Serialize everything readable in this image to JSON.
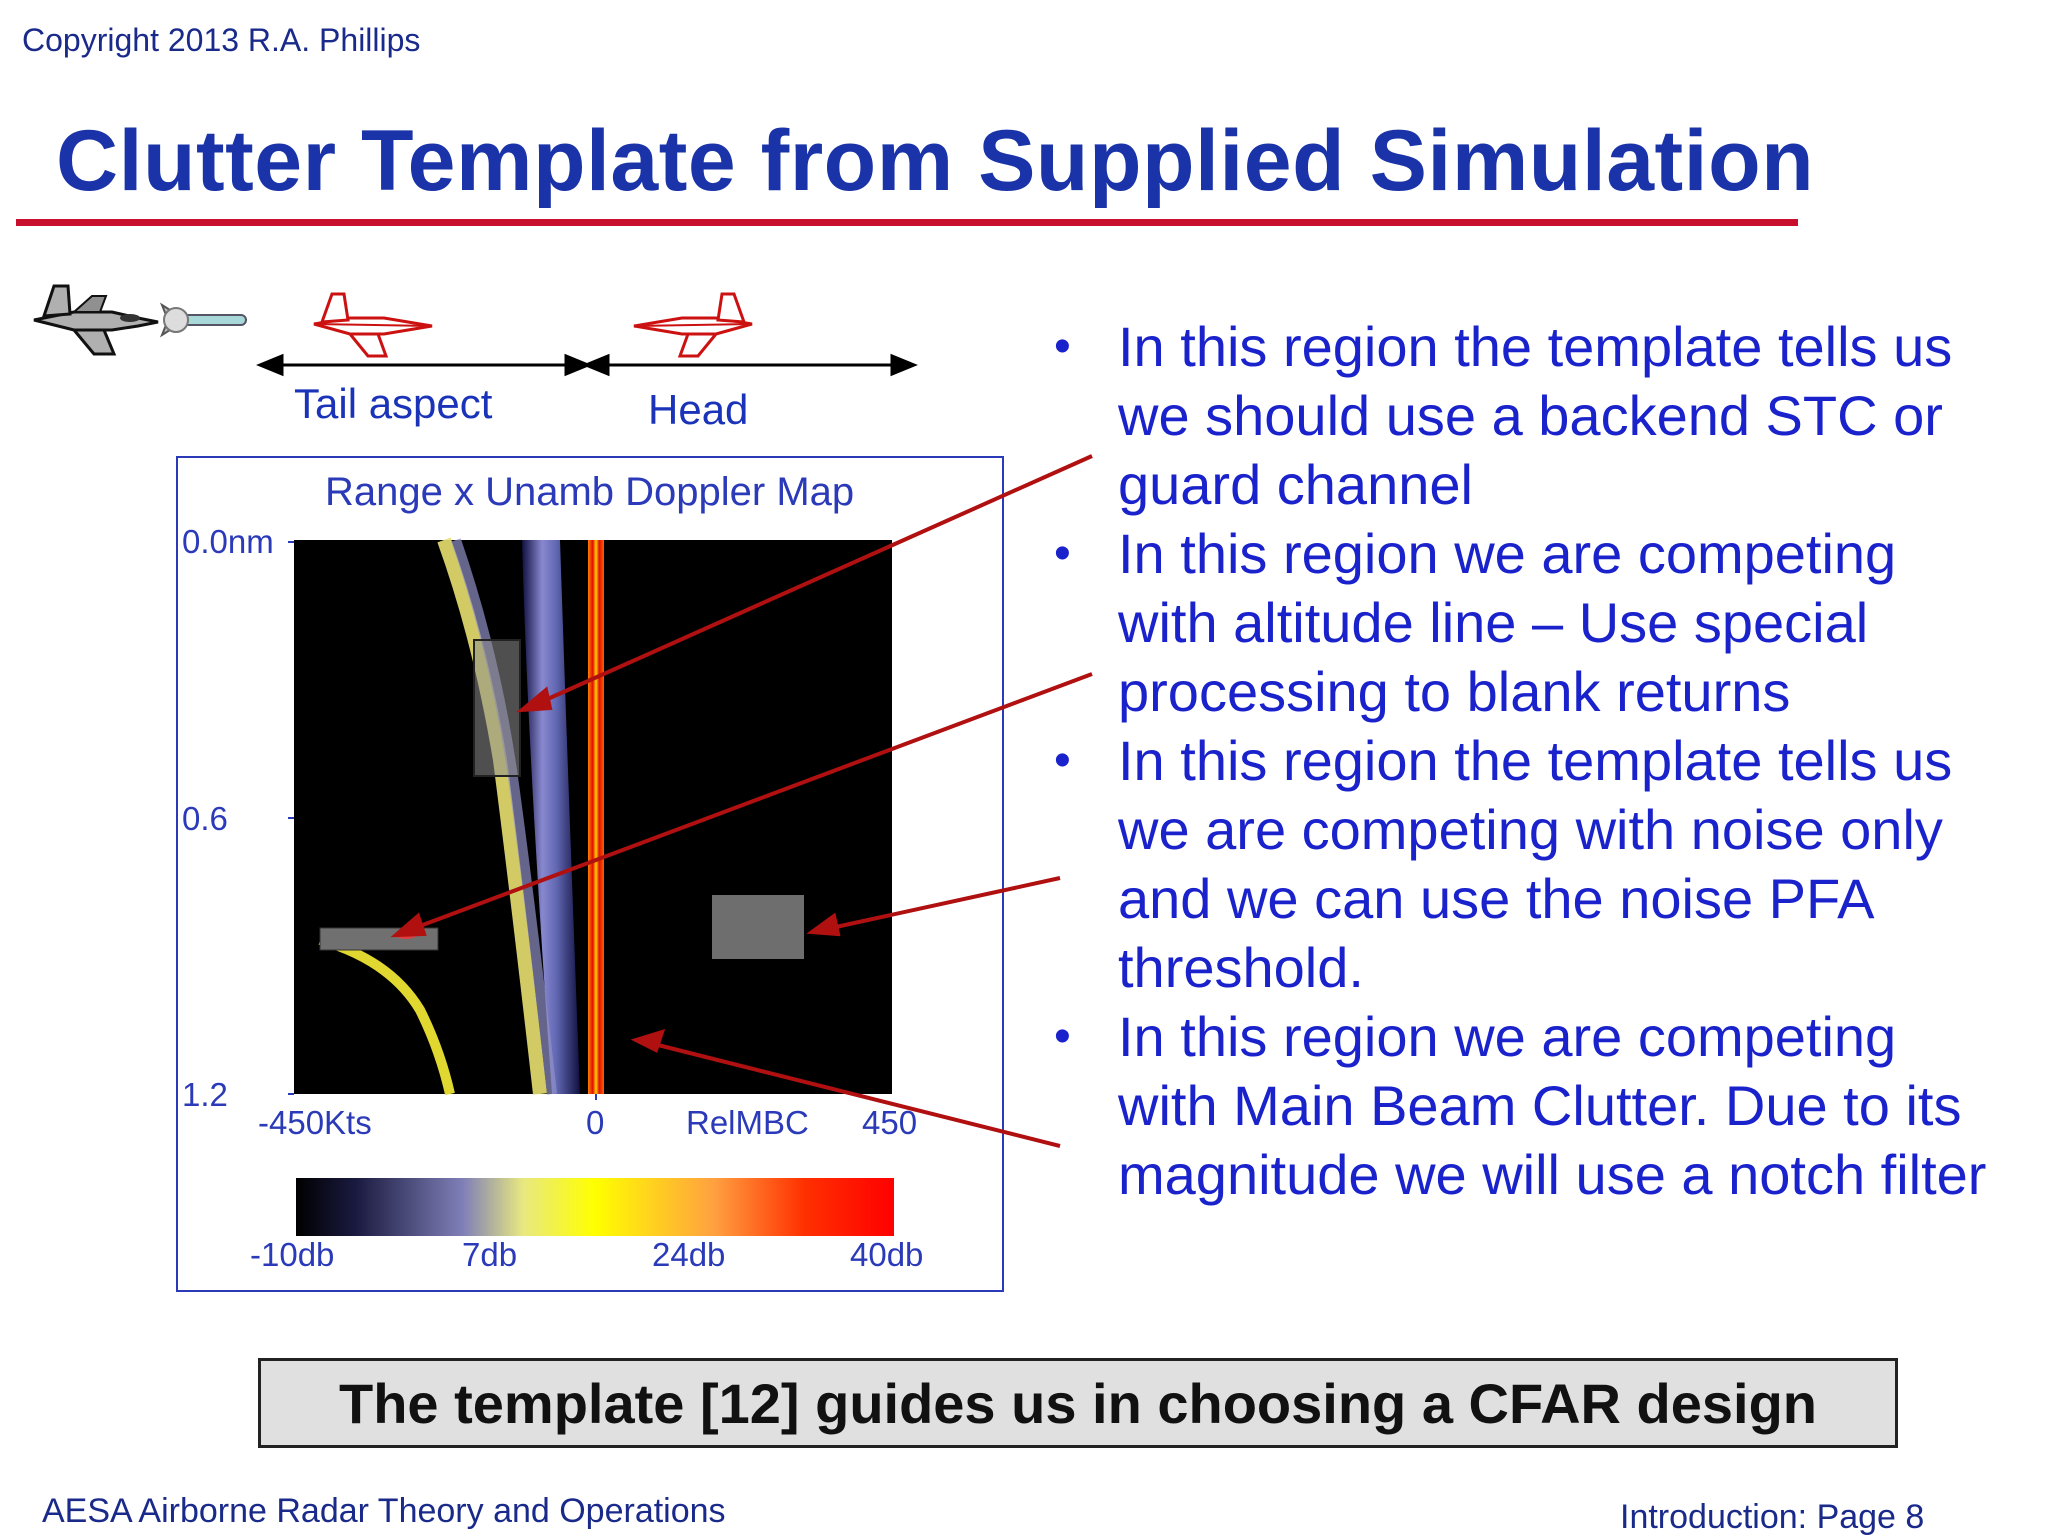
{
  "header": {
    "copyright": "Copyright 2013 R.A. Phillips",
    "title": "Clutter Template from Supplied Simulation"
  },
  "aspect": {
    "tail_label": "Tail aspect",
    "head_label": "Head"
  },
  "map": {
    "title": "Range x Unamb Doppler Map",
    "y_ticks": [
      "0.0nm",
      "0.6",
      "1.2"
    ],
    "x_ticks": [
      "-450Kts",
      "0",
      "RelMBC",
      "450"
    ],
    "colorbar_ticks": [
      "-10db",
      "7db",
      "24db",
      "40db"
    ],
    "colors": {
      "frame": "#2a3ab8",
      "background": "#000000",
      "altitude_line": "#7078c0",
      "sidelobe_curve": "#e8e070",
      "mainbeam": "#e02000",
      "region_box": "#707070"
    }
  },
  "bullets": [
    "In this region the template tells us we should use a backend STC or guard channel",
    "In this region we are competing with altitude line – Use special processing to blank returns",
    "In this region the template tells us we are competing with noise only and we can use the noise PFA threshold.",
    "In this region we are competing with Main Beam Clutter.  Due to its magnitude we will use a notch filter"
  ],
  "callout": "The template [12] guides us in choosing a CFAR design",
  "footer": {
    "left": "AESA Airborne Radar Theory and Operations",
    "right": "Introduction:  Page 8"
  },
  "icons": [
    "fighter-jet-icon",
    "missile-icon",
    "target-jet-tail-icon",
    "target-jet-head-icon"
  ]
}
